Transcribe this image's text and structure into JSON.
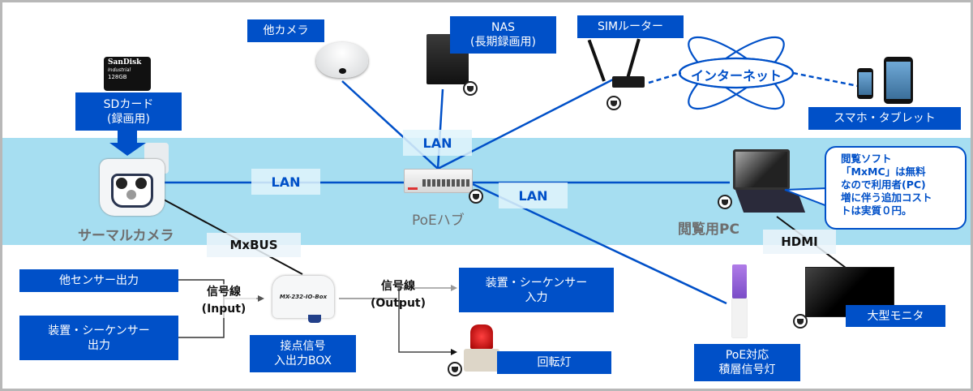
{
  "title": "サーマルカメラ システム構成図",
  "colors": {
    "label_bg": "#0050c8",
    "lan_line": "#0050c8",
    "band": "#a6def1",
    "device_caption": "#6e6e6e"
  },
  "labels": {
    "other_camera": "他カメラ",
    "nas_line1": "NAS",
    "nas_line2": "(長期録画用)",
    "sim_router": "SIMルーター",
    "internet": "インターネット",
    "smartphone_tablet": "スマホ・タブレット",
    "sd_card_line1": "SDカード",
    "sd_card_line2": "(録画用)",
    "other_sensor_output": "他センサー出力",
    "device_sequencer_output_line1": "装置・シーケンサー",
    "device_sequencer_output_line2": "出力",
    "contact_io_box_line1": "接点信号",
    "contact_io_box_line2": "入出力BOX",
    "device_sequencer_input_line1": "装置・シーケンサー",
    "device_sequencer_input_line2": "入力",
    "rotating_light": "回転灯",
    "poe_signal_tower_line1": "PoE対応",
    "poe_signal_tower_line2": "積層信号灯",
    "large_monitor": "大型モニタ"
  },
  "device_captions": {
    "thermal_camera": "サーマルカメラ",
    "poe_hub": "PoEハブ",
    "viewer_pc": "閲覧用PC"
  },
  "connections": {
    "lan_top": "LAN",
    "lan_left": "LAN",
    "lan_right": "LAN",
    "mxbus": "MxBUS",
    "hdmi": "HDMI",
    "signal_input_line1": "信号線",
    "signal_input_line2": "(Input)",
    "signal_output_line1": "信号線",
    "signal_output_line2": "(Output)"
  },
  "device_text": {
    "sd_brand": "SanDisk",
    "sd_sub": "Industrial",
    "sd_capacity": "128GB",
    "io_box_model": "MX-232-IO-Box"
  },
  "callout": {
    "lines": [
      "閲覧ソフト",
      "「MxMC」は無料",
      "なので利用者(PC)",
      "増に伴う追加コスト",
      "トは実質０円。"
    ]
  }
}
